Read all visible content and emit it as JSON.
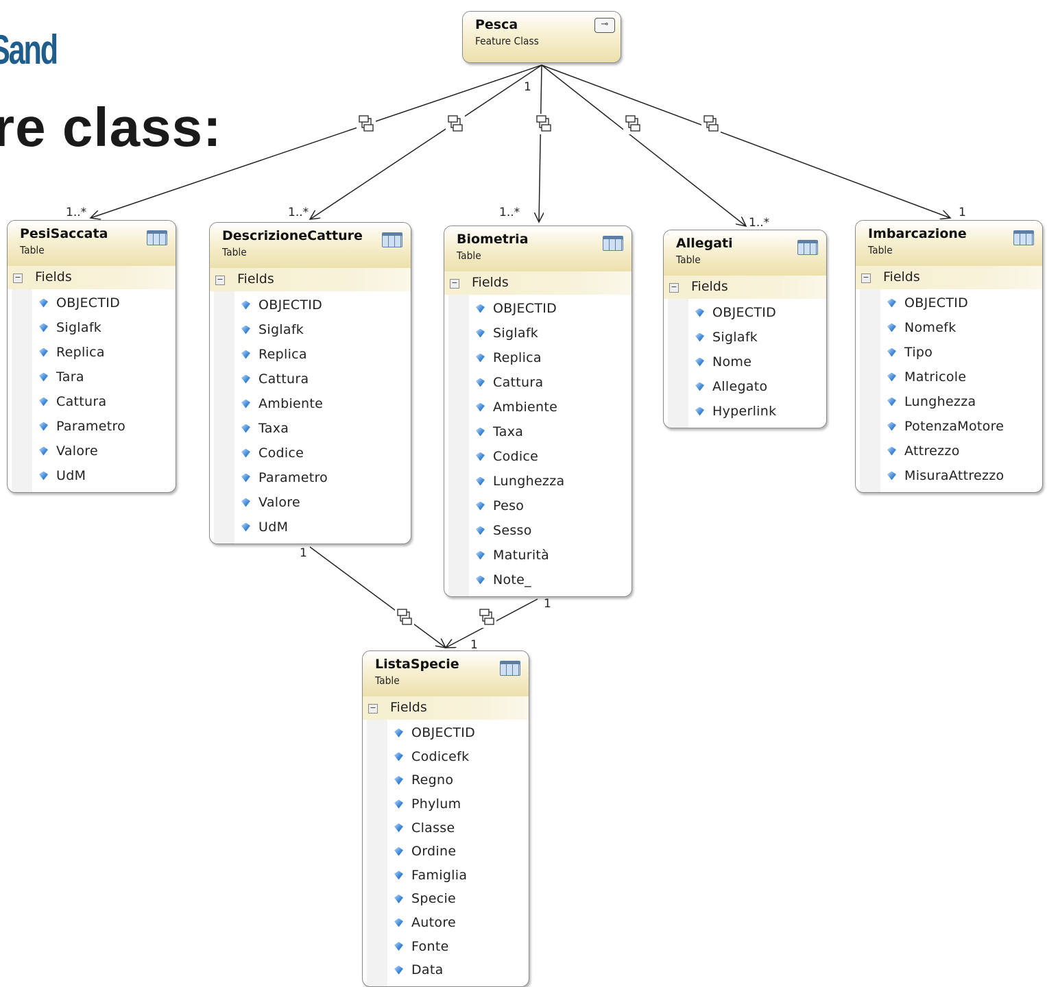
{
  "slide": {
    "logo_text": "Sand",
    "title": "re class:"
  },
  "root": {
    "name": "Pesca",
    "type": "Feature Class"
  },
  "tables": [
    {
      "name": "PesiSaccata",
      "type": "Table",
      "fields_label": "Fields",
      "fields": [
        "OBJECTID",
        "Siglafk",
        "Replica",
        "Tara",
        "Cattura",
        "Parametro",
        "Valore",
        "UdM"
      ]
    },
    {
      "name": "DescrizioneCatture",
      "type": "Table",
      "fields_label": "Fields",
      "fields": [
        "OBJECTID",
        "Siglafk",
        "Replica",
        "Cattura",
        "Ambiente",
        "Taxa",
        "Codice",
        "Parametro",
        "Valore",
        "UdM"
      ]
    },
    {
      "name": "Biometria",
      "type": "Table",
      "fields_label": "Fields",
      "fields": [
        "OBJECTID",
        "Siglafk",
        "Replica",
        "Cattura",
        "Ambiente",
        "Taxa",
        "Codice",
        "Lunghezza",
        "Peso",
        "Sesso",
        "Maturità",
        "Note_"
      ]
    },
    {
      "name": "Allegati",
      "type": "Table",
      "fields_label": "Fields",
      "fields": [
        "OBJECTID",
        "Siglafk",
        "Nome",
        "Allegato",
        "Hyperlink"
      ]
    },
    {
      "name": "Imbarcazione",
      "type": "Table",
      "fields_label": "Fields",
      "fields": [
        "OBJECTID",
        "Nomefk",
        "Tipo",
        "Matricole",
        "Lunghezza",
        "PotenzaMotore",
        "Attrezzo",
        "MisuraAttrezzo"
      ]
    },
    {
      "name": "ListaSpecie",
      "type": "Table",
      "fields_label": "Fields",
      "fields": [
        "OBJECTID",
        "Codicefk",
        "Regno",
        "Phylum",
        "Classe",
        "Ordine",
        "Famiglia",
        "Specie",
        "Autore",
        "Fonte",
        "Data"
      ]
    }
  ],
  "multiplicities": {
    "pesca_origin": "1",
    "pesisaccata": "1..*",
    "descrizionecatture": "1..*",
    "biometria": "1..*",
    "allegati": "1..*",
    "imbarcazione": "1",
    "descr_to_lista_origin": "1",
    "bio_to_lista_origin": "1",
    "lista_dest": "1"
  }
}
